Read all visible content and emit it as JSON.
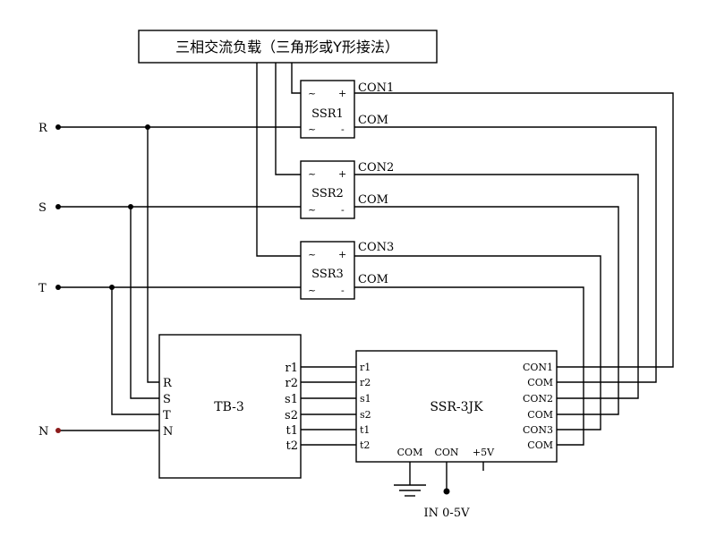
{
  "title": "三相交流负载（三角形或Y形接法）",
  "phases": {
    "r": "R",
    "s": "S",
    "t": "T",
    "n": "N"
  },
  "ssr_relays": [
    {
      "name": "SSR1",
      "out_label": "CON1",
      "com_label": "COM",
      "ac1": "~",
      "ac2": "~",
      "plus": "+",
      "minus": "-"
    },
    {
      "name": "SSR2",
      "out_label": "CON2",
      "com_label": "COM",
      "ac1": "~",
      "ac2": "~",
      "plus": "+",
      "minus": "-"
    },
    {
      "name": "SSR3",
      "out_label": "CON3",
      "com_label": "COM",
      "ac1": "~",
      "ac2": "~",
      "plus": "+",
      "minus": "-"
    }
  ],
  "tb3": {
    "name": "TB-3",
    "left_pins": [
      "R",
      "S",
      "T",
      "N"
    ],
    "right_pins": [
      "r1",
      "r2",
      "s1",
      "s2",
      "t1",
      "t2"
    ]
  },
  "controller": {
    "name": "SSR-3JK",
    "left_pins": [
      "r1",
      "r2",
      "s1",
      "s2",
      "t1",
      "t2"
    ],
    "right_pins": [
      "CON1",
      "COM",
      "CON2",
      "COM",
      "CON3",
      "COM"
    ],
    "bottom_pins": [
      "COM",
      "CON",
      "+5V"
    ],
    "input_label": "IN 0-5V"
  }
}
